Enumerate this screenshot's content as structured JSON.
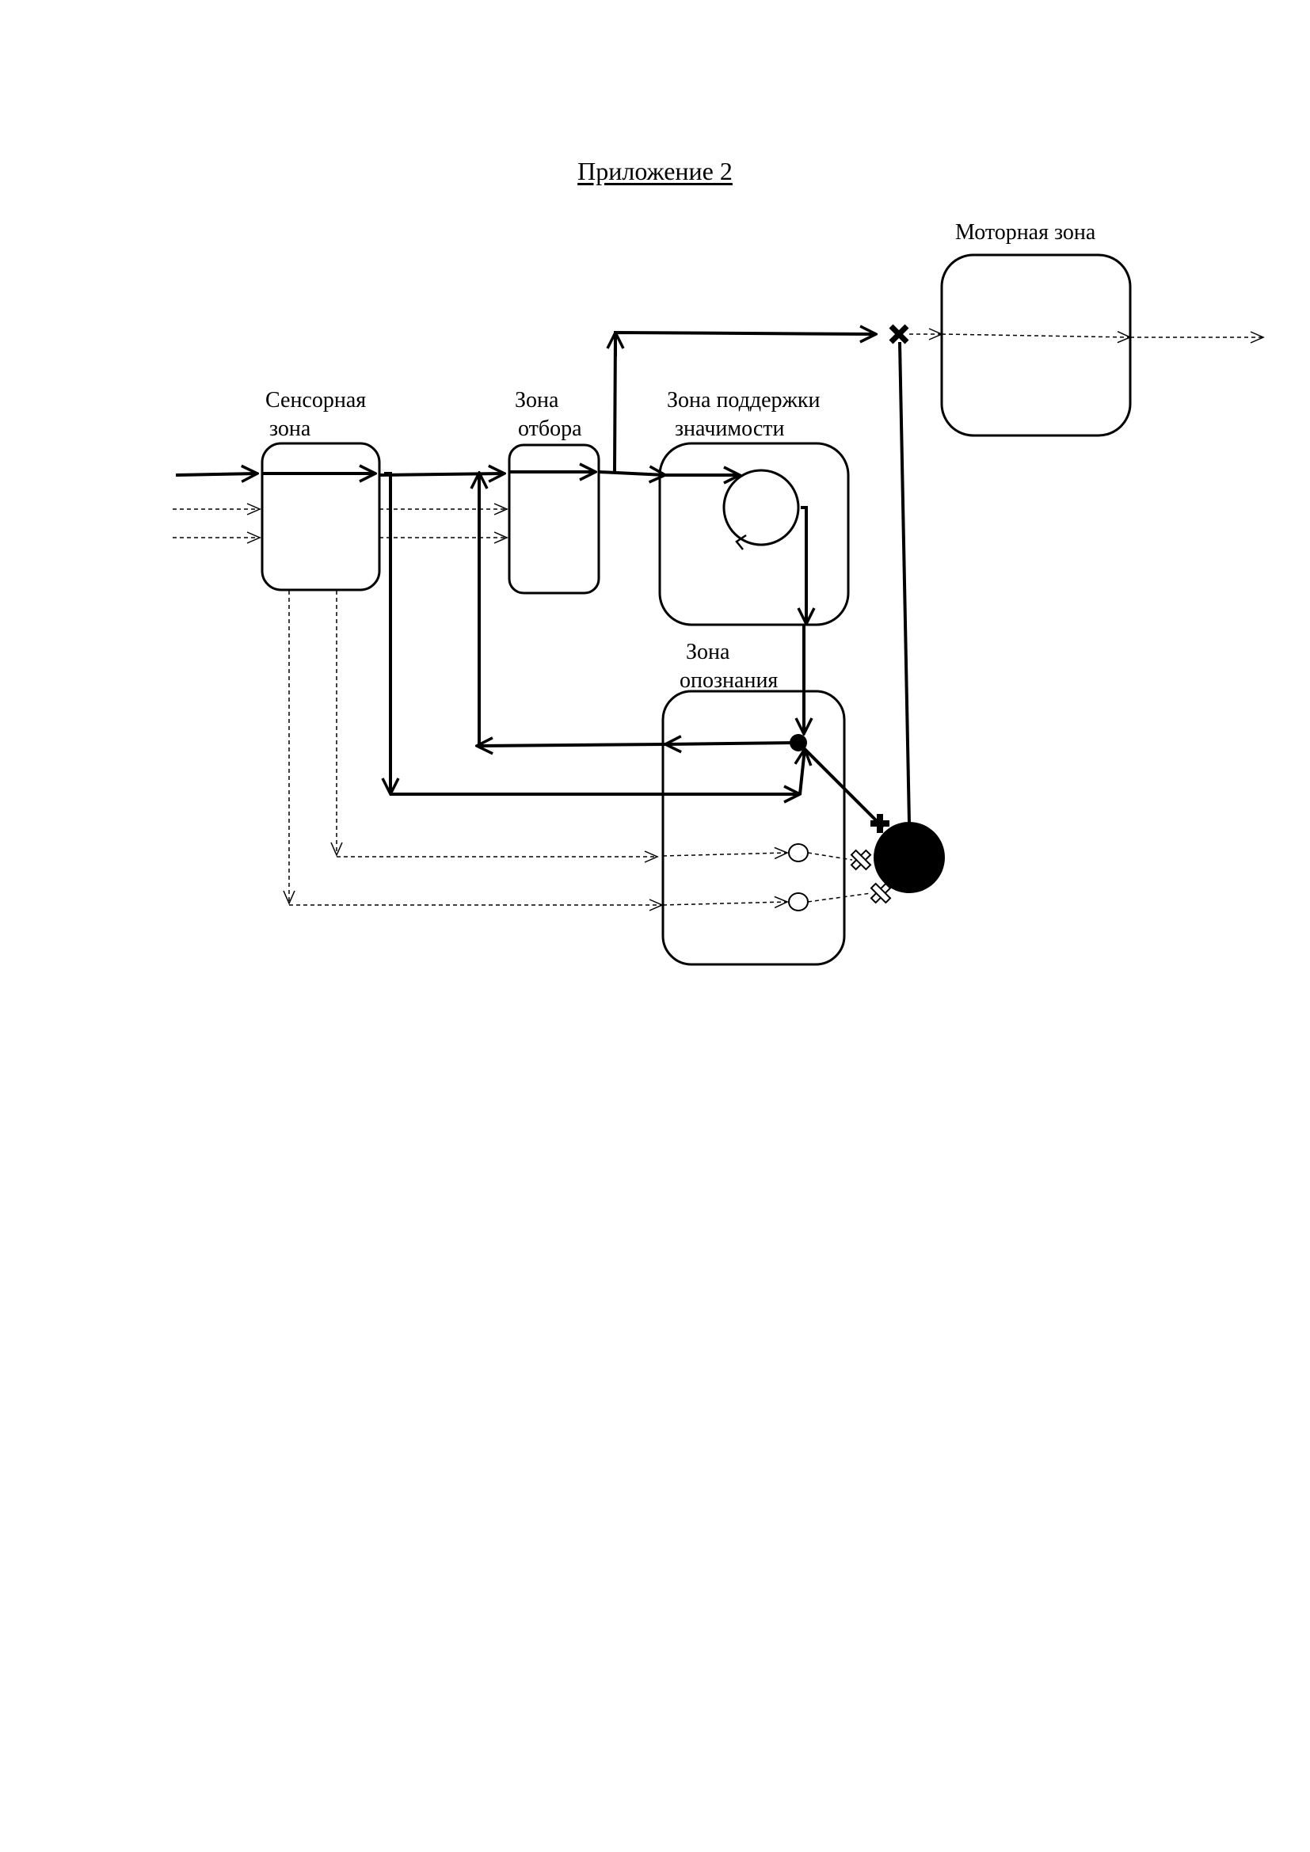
{
  "page": {
    "title": "Приложение 2"
  },
  "zones": {
    "sensory": {
      "line1": "Сенсорная",
      "line2": "зона"
    },
    "selection": {
      "line1": "Зона",
      "line2": "отбора"
    },
    "significance": {
      "line1": "Зона поддержки",
      "line2": "значимости"
    },
    "recognition": {
      "line1": "Зона",
      "line2": "опознания"
    },
    "motor": {
      "line1": "Моторная зона"
    }
  },
  "style": {
    "stroke": "#000000",
    "background": "#ffffff"
  }
}
